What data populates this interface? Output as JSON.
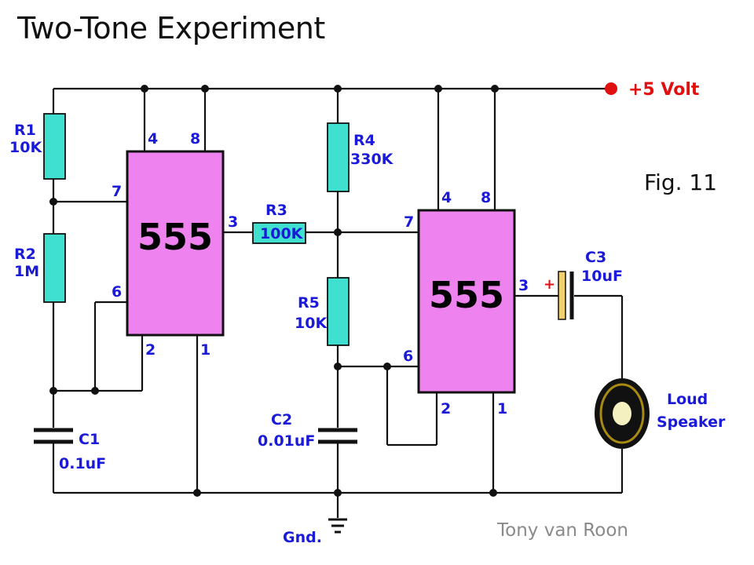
{
  "title": "Two-Tone Experiment",
  "figure_label": "Fig. 11",
  "supply_label": "+5 Volt",
  "ground_label": "Gnd.",
  "author": "Tony van Roon",
  "chips": [
    {
      "label": "555",
      "pins": {
        "p4": "4",
        "p8": "8",
        "p7": "7",
        "p3": "3",
        "p6": "6",
        "p2": "2",
        "p1": "1"
      }
    },
    {
      "label": "555",
      "pins": {
        "p4": "4",
        "p8": "8",
        "p7": "7",
        "p3": "3",
        "p6": "6",
        "p2": "2",
        "p1": "1"
      }
    }
  ],
  "components": {
    "r1": {
      "name": "R1",
      "value": "10K"
    },
    "r2": {
      "name": "R2",
      "value": "1M"
    },
    "r3": {
      "name": "R3",
      "value": "100K"
    },
    "r4": {
      "name": "R4",
      "value": "330K"
    },
    "r5": {
      "name": "R5",
      "value": "10K"
    },
    "c1": {
      "name": "C1",
      "value": "0.1uF"
    },
    "c2": {
      "name": "C2",
      "value": "0.01uF"
    },
    "c3": {
      "name": "C3",
      "value": "10uF",
      "polarity": "+"
    },
    "speaker": {
      "line1": "Loud",
      "line2": "Speaker"
    }
  },
  "colors": {
    "resistor": "#40e0d0",
    "chip": "#ee82ee",
    "supply": "#e01010",
    "labels": "#1a1ad8",
    "capacitor_body": "#f0d070"
  }
}
